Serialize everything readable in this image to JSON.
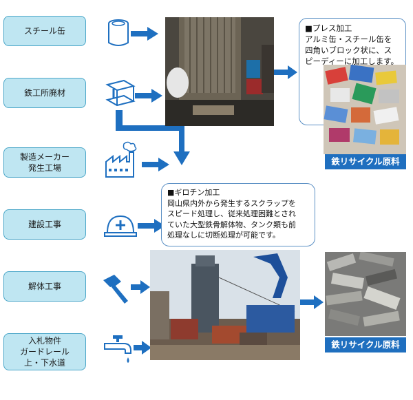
{
  "sources": [
    {
      "lines": [
        "スチール缶"
      ],
      "icon": "can-icon"
    },
    {
      "lines": [
        "鉄工所廃材"
      ],
      "icon": "steel-beam-icon"
    },
    {
      "lines": [
        "製造メーカー",
        "発生工場"
      ],
      "icon": "factory-icon"
    },
    {
      "lines": [
        "建設工事"
      ],
      "icon": "hardhat-icon"
    },
    {
      "lines": [
        "解体工事"
      ],
      "icon": "hammer-icon"
    },
    {
      "lines": [
        "入札物件",
        "ガードレール",
        "上・下水道"
      ],
      "icon": "faucet-icon"
    }
  ],
  "press": {
    "title": "■プレス加工",
    "lines": [
      "アルミ缶・スチール缶を",
      "四角いブロック状に、ス",
      "ピーディーに加工します。"
    ]
  },
  "guillotine": {
    "title": "■ギロチン加工",
    "lines": [
      "岡山県内外から発生するスクラップを",
      "スピード処理し、従来処理困難とされ",
      "ていた大型鉄骨解体物、タンク類も前",
      "処理なしに切断処理が可能です。"
    ]
  },
  "badges": {
    "top": "鉄リサイクル原料",
    "bottom": "鉄リサイクル原料"
  },
  "colors": {
    "arrow": "#1e6fc0",
    "source_fill": "#bfe6f2",
    "source_border": "#4aa6c8",
    "badge": "#1f6fbf"
  }
}
